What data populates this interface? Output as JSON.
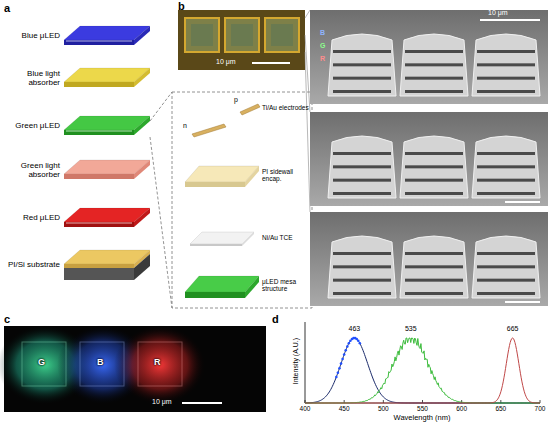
{
  "diagram": {
    "labels": [
      "a",
      "Blue μLED",
      "Blue light absorber",
      "Green μLED",
      "Green light absorber",
      "Red μLED",
      "PI/Si substrate",
      "b",
      "p",
      "n",
      "Ti/Au electrodes",
      "PI sidewall encap.",
      "Ni/Au TCE",
      "μLED mesa structure",
      "10 μm",
      "B",
      "G",
      "R",
      "10 μm",
      "c",
      "G",
      "B",
      "R",
      "10 μm",
      "d",
      "463",
      "535",
      "665",
      "Intensity (A.U.)",
      "Wavelength (nm)",
      "400",
      "450",
      "500",
      "550",
      "600",
      "650",
      "700"
    ]
  }
}
